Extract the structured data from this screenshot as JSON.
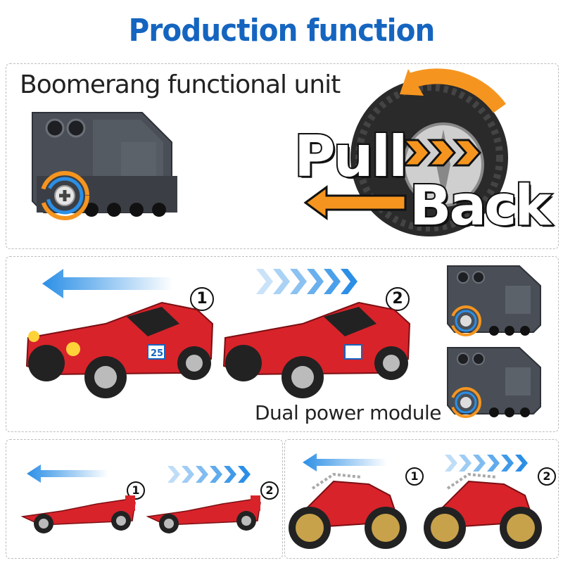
{
  "title": "Production function",
  "top_panel": {
    "unit_label": "Boomerang functional unit",
    "pull_text": "Pull",
    "back_text": "Back"
  },
  "mid_panel": {
    "step_1": "1",
    "step_2": "2",
    "module_label": "Dual power module"
  },
  "bottom_left": {
    "step_1": "1",
    "step_2": "2"
  },
  "bottom_right": {
    "step_1": "1",
    "step_2": "2"
  },
  "car_badge": "25",
  "colors": {
    "title_blue": "#1565c0",
    "arrow_blue": "#2b8fe6",
    "arrow_orange": "#f5951f",
    "car_red": "#d8232a",
    "module_gray": "#4a4f57"
  }
}
